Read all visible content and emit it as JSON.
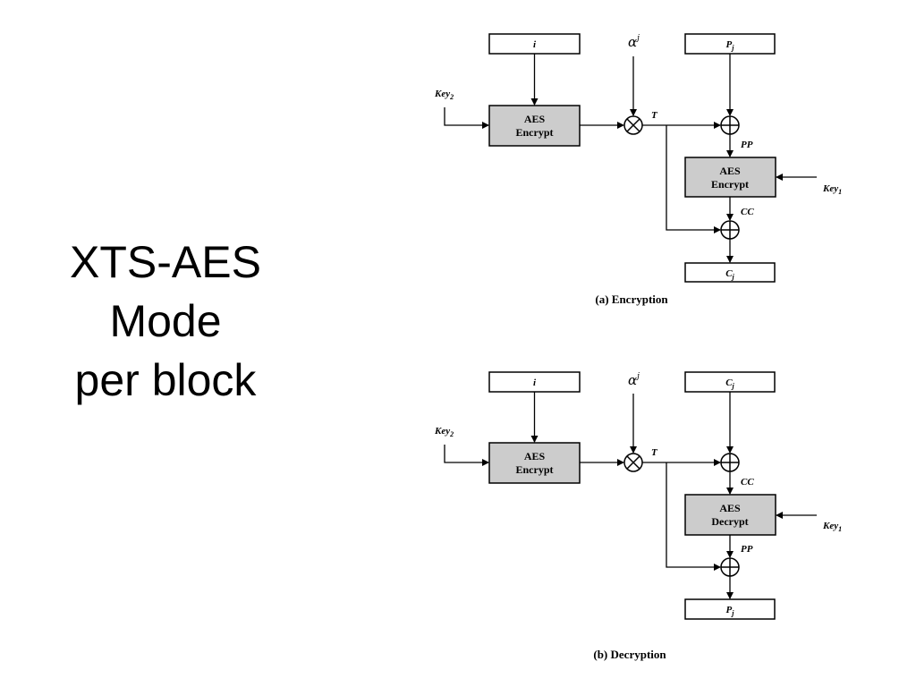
{
  "title": {
    "line1": "XTS-AES",
    "line2": "Mode",
    "line3": "per block"
  },
  "encryption": {
    "i_label": "i",
    "alpha_label": "α",
    "alpha_exp": "j",
    "input_label": "P",
    "input_sub": "j",
    "key2_label": "Key",
    "key2_sub": "2",
    "aes_tweak_line1": "AES",
    "aes_tweak_line2": "Encrypt",
    "t_label": "T",
    "mid1_label": "PP",
    "aes_main_line1": "AES",
    "aes_main_line2": "Encrypt",
    "key1_label": "Key",
    "key1_sub": "1",
    "mid2_label": "CC",
    "output_label": "C",
    "output_sub": "j",
    "caption": "(a) Encryption"
  },
  "decryption": {
    "i_label": "i",
    "alpha_label": "α",
    "alpha_exp": "j",
    "input_label": "C",
    "input_sub": "j",
    "key2_label": "Key",
    "key2_sub": "2",
    "aes_tweak_line1": "AES",
    "aes_tweak_line2": "Encrypt",
    "t_label": "T",
    "mid1_label": "CC",
    "aes_main_line1": "AES",
    "aes_main_line2": "Decrypt",
    "key1_label": "Key",
    "key1_sub": "1",
    "mid2_label": "PP",
    "output_label": "P",
    "output_sub": "j",
    "caption": "(b) Decryption"
  },
  "colors": {
    "box_fill": "#cccccc",
    "stroke": "#000000"
  }
}
